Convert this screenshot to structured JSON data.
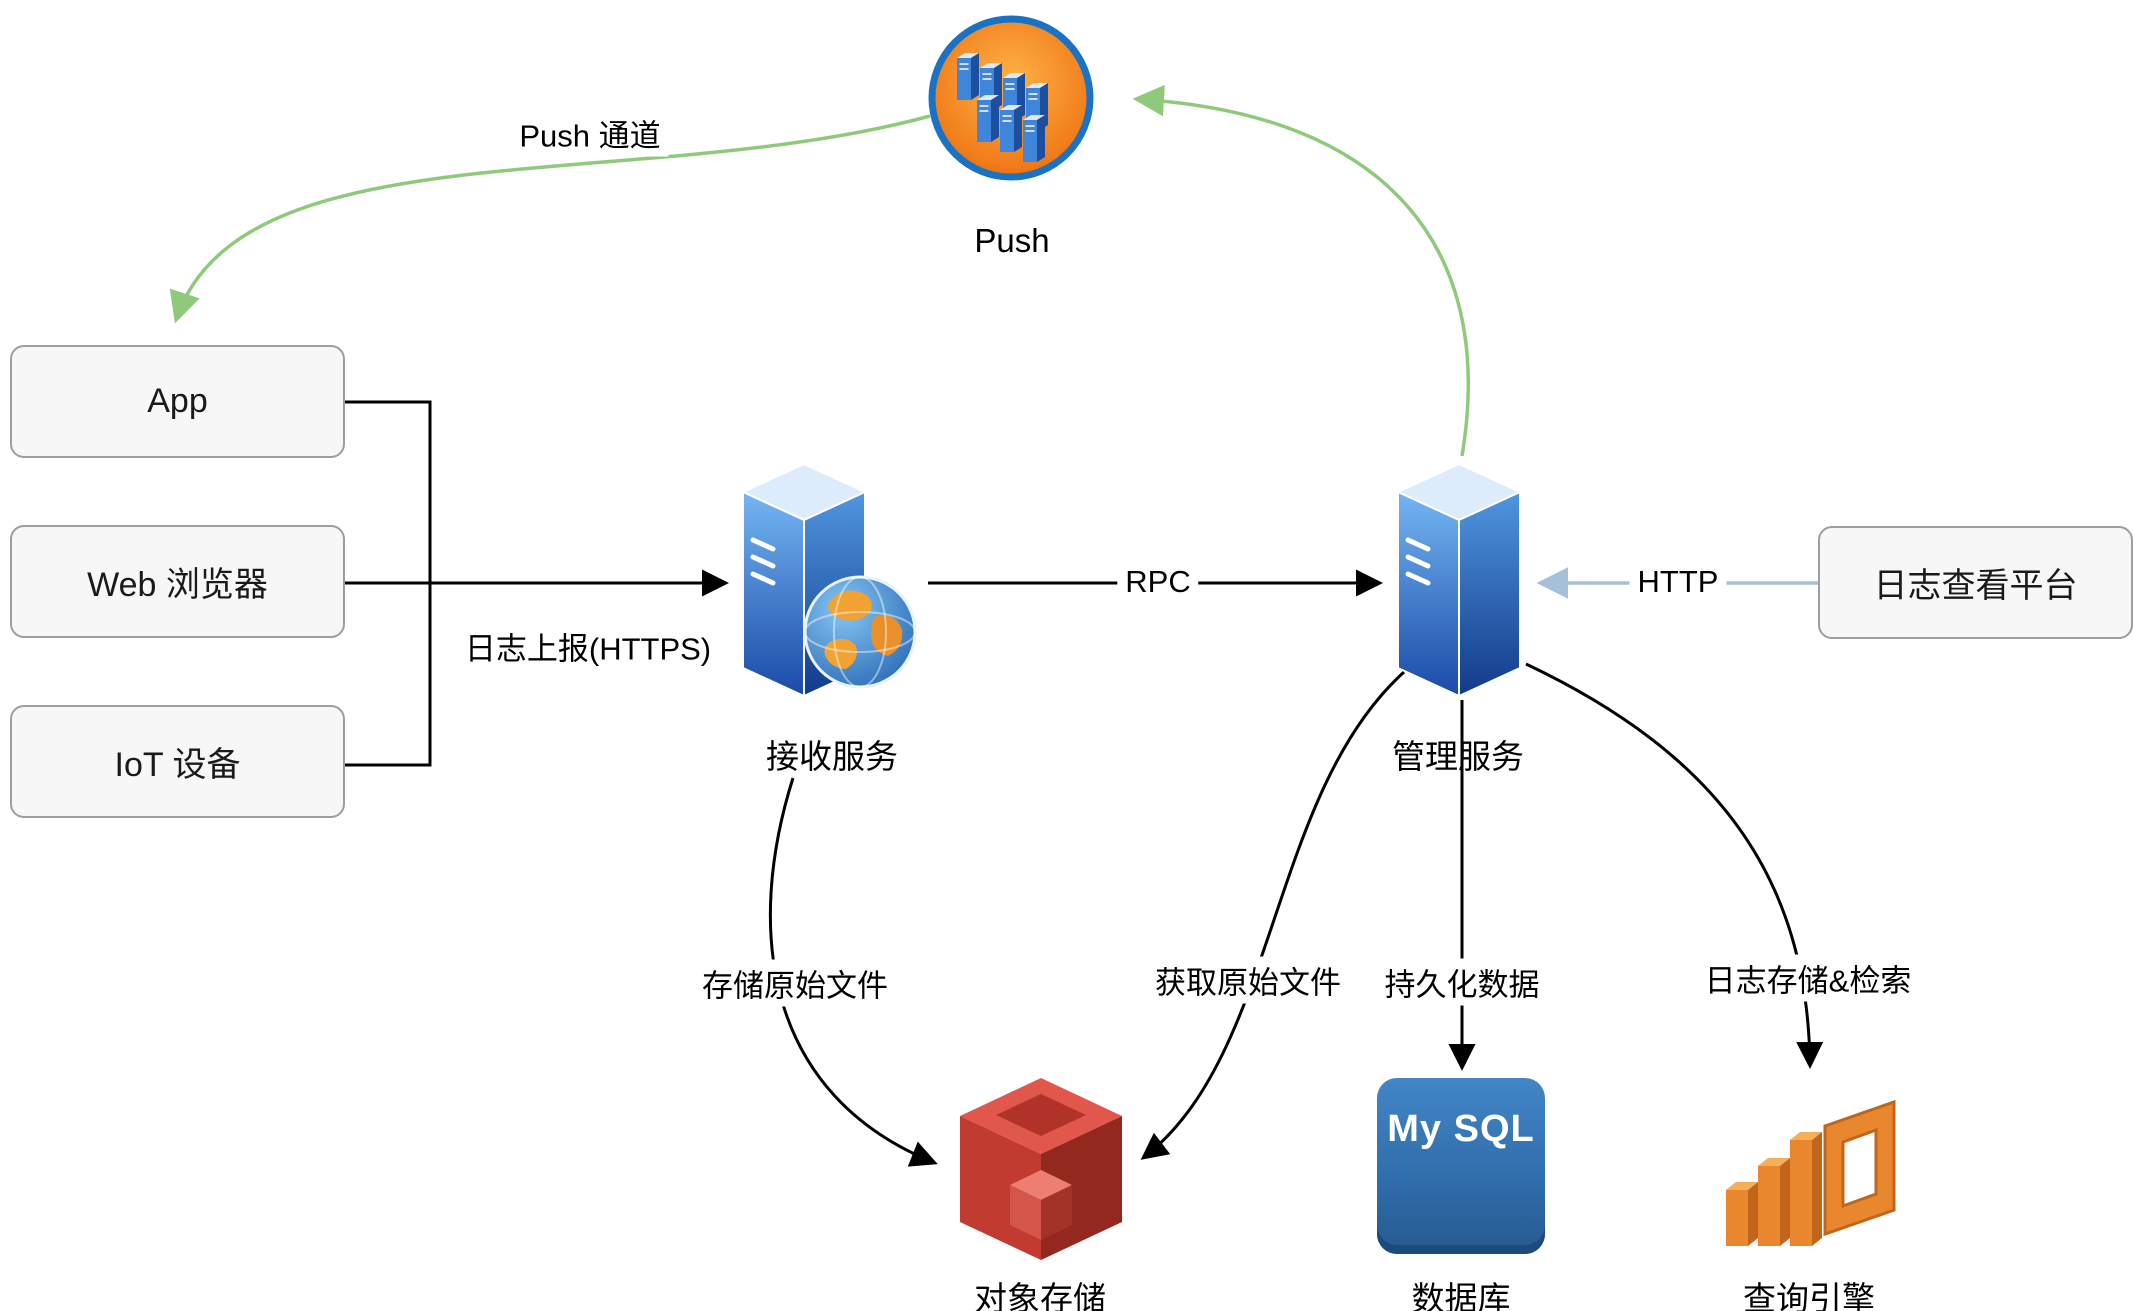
{
  "diagram": {
    "nodes": {
      "push": {
        "label": "Push"
      },
      "app": {
        "label": "App"
      },
      "web_browser": {
        "label": "Web 浏览器"
      },
      "iot_device": {
        "label": "IoT 设备"
      },
      "receive_service": {
        "label": "接收服务"
      },
      "manage_service": {
        "label": "管理服务"
      },
      "log_viewer": {
        "label": "日志查看平台"
      },
      "object_storage": {
        "label": "对象存储"
      },
      "database": {
        "label": "数据库",
        "icon_text": "My SQL"
      },
      "query_engine": {
        "label": "查询引擎"
      }
    },
    "edges": {
      "push_channel": {
        "label": "Push 通道"
      },
      "log_upload": {
        "label": "日志上报(HTTPS)"
      },
      "rpc": {
        "label": "RPC"
      },
      "http": {
        "label": "HTTP"
      },
      "store_raw": {
        "label": "存储原始文件"
      },
      "fetch_raw": {
        "label": "获取原始文件"
      },
      "persist": {
        "label": "持久化数据"
      },
      "log_search": {
        "label": "日志存储&检索"
      }
    },
    "colors": {
      "edge_black": "#000000",
      "edge_green": "#8fca7c",
      "edge_blue": "#a5c0d8",
      "box_fill": "#f7f7f7",
      "box_border": "#9e9e9e",
      "server_blue": "#1b4aa8",
      "mysql_blue": "#2e6aa8",
      "storage_red": "#c13b30",
      "query_orange": "#e8872e",
      "push_orange": "#f07d1a"
    }
  }
}
